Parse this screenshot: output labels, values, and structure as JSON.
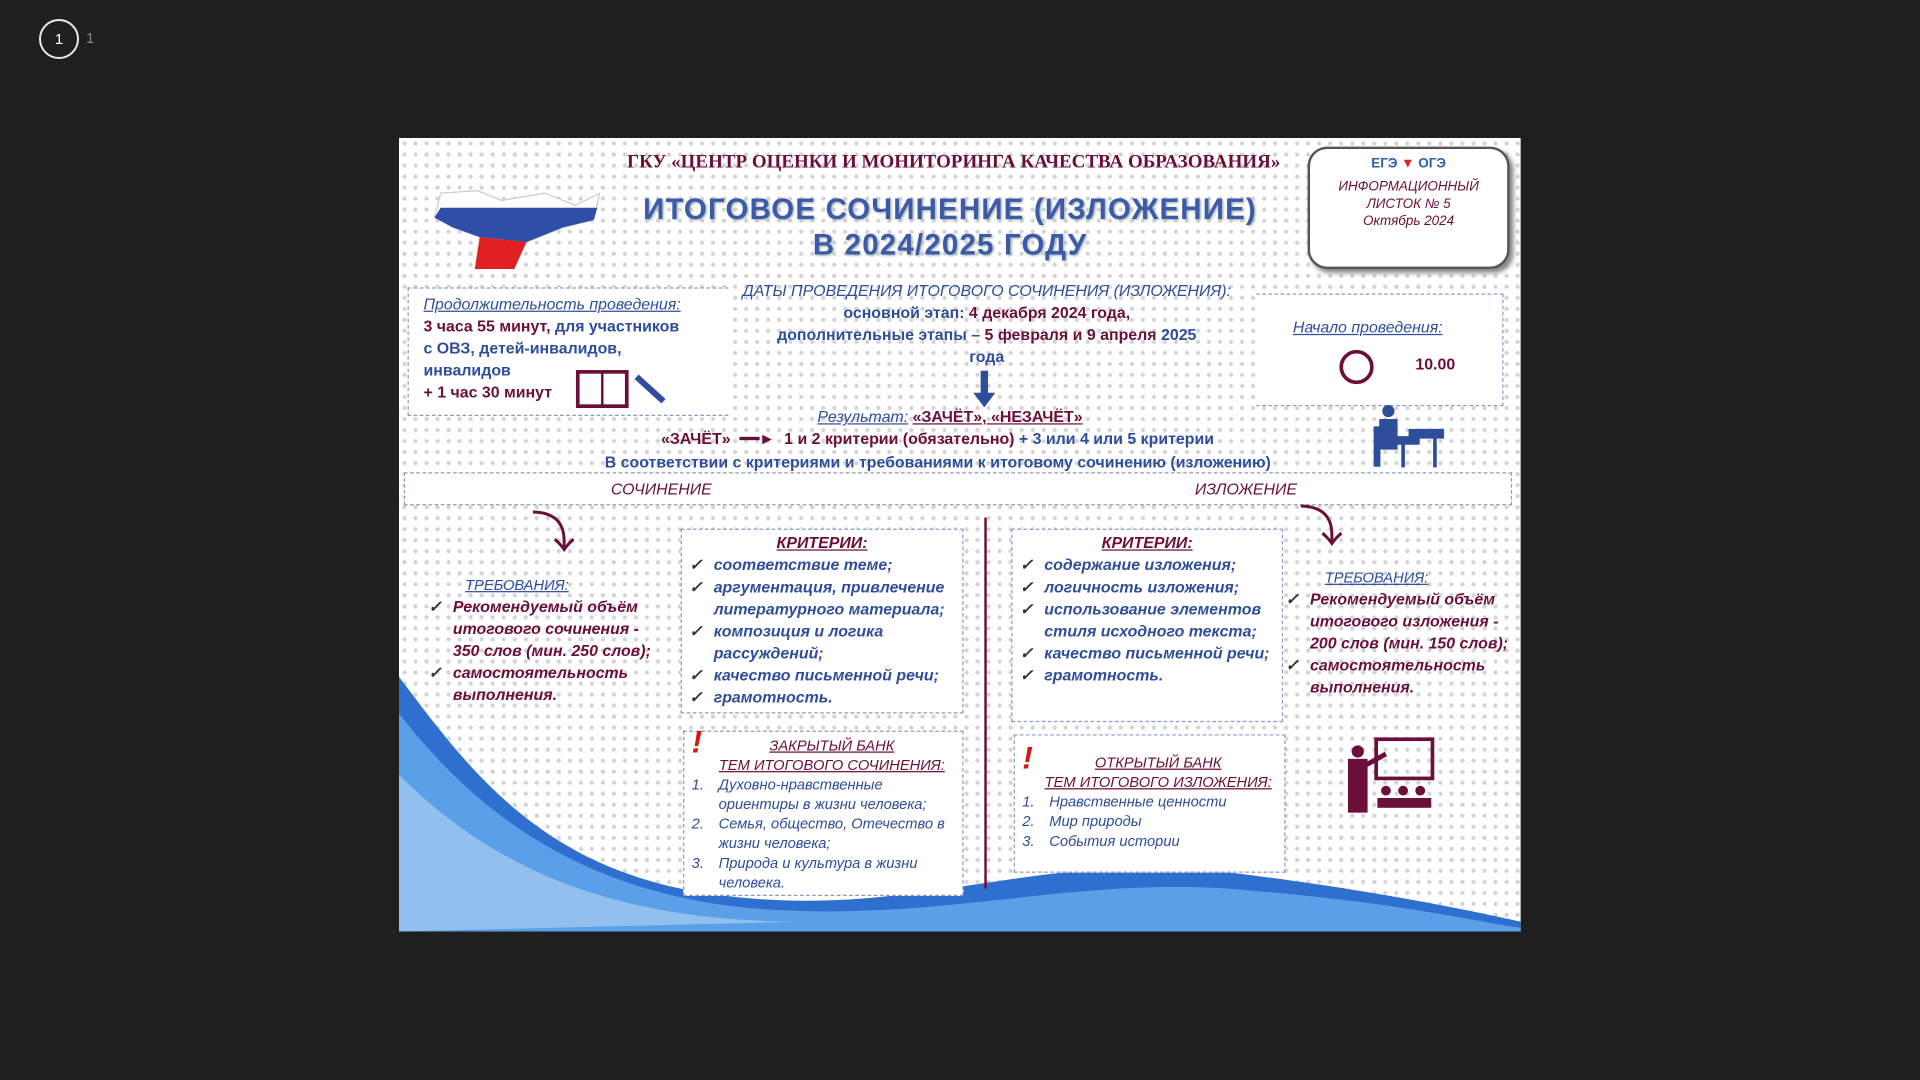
{
  "viewer": {
    "current_page": "1",
    "total_pages": "1"
  },
  "poster": {
    "org": "ГКУ «ЦЕНТР ОЦЕНКИ И МОНИТОРИНГА КАЧЕСТВА ОБРАЗОВАНИЯ»",
    "title_line1": "ИТОГОВОЕ СОЧИНЕНИЕ (ИЗЛОЖЕНИЕ)",
    "title_line2": "В 2024/2025 ГОДУ",
    "bubble": {
      "logo_left": "ЕГЭ",
      "logo_right": "ОГЭ",
      "line1": "ИНФОРМАЦИОННЫЙ",
      "line2": "ЛИСТОК № 5",
      "line3": "Октябрь 2024"
    },
    "duration": {
      "heading": "Продолжительность проведения:",
      "text1": "3 часа 55 минут,",
      "text2": " для участников с ОВЗ, детей-инвалидов, инвалидов",
      "text3": "+ 1 час 30 минут"
    },
    "dates": {
      "heading": "ДАТЫ ПРОВЕДЕНИЯ ИТОГОВОГО СОЧИНЕНИЯ (ИЗЛОЖЕНИЯ):",
      "main_label": "основной этап: ",
      "main_date": "4 декабря 2024 года,",
      "extra_label": "дополнительные этапы – ",
      "extra_date1": "5 февраля",
      "and": " и ",
      "extra_date2": "9 апреля",
      "extra_year": " 2025 года"
    },
    "start": {
      "heading": "Начало проведения:",
      "time": "10.00"
    },
    "result": {
      "label": "Результат:",
      "value": "«ЗАЧЁТ», «НЕЗАЧЁТ»",
      "pass": "«ЗАЧЁТ»",
      "rule_a": "1 и 2 критерии (обязательно)",
      "rule_b": " + 3 или 4 или 5 критерии",
      "note": "В соответствии с критериями и требованиями к итоговому сочинению (изложению)"
    },
    "sections": {
      "essay": "СОЧИНЕНИЕ",
      "exposition": "ИЗЛОЖЕНИЕ"
    },
    "essay_requirements": {
      "heading": "ТРЕБОВАНИЯ:",
      "items": [
        "Рекомендуемый объём итогового сочинения - 350 слов (мин. 250 слов);",
        "самостоятельность выполнения."
      ]
    },
    "essay_criteria": {
      "heading": "КРИТЕРИИ:",
      "items": [
        "соответствие теме;",
        "аргументация, привлечение литературного материала;",
        "композиция и логика рассуждений;",
        "качество письменной речи;",
        "грамотность."
      ]
    },
    "closed_bank": {
      "line1": "ЗАКРЫТЫЙ БАНК",
      "line2": "ТЕМ ИТОГОВОГО СОЧИНЕНИЯ:",
      "items": [
        "Духовно-нравственные ориентиры в жизни человека;",
        "Семья, общество, Отечество в жизни человека;",
        "Природа и культура в жизни человека."
      ]
    },
    "expo_criteria": {
      "heading": "КРИТЕРИИ:",
      "items": [
        "содержание изложения;",
        "логичность изложения;",
        "использование элементов стиля исходного текста;",
        "качество письменной речи;",
        "грамотность."
      ]
    },
    "open_bank": {
      "line1": "ОТКРЫТЫЙ БАНК",
      "line2": "ТЕМ ИТОГОВОГО ИЗЛОЖЕНИЯ:",
      "items": [
        "Нравственные ценности",
        "Мир природы",
        "События истории"
      ]
    },
    "expo_requirements": {
      "heading": "ТРЕБОВАНИЯ:",
      "items": [
        "Рекомендуемый объём итогового изложения - 200 слов (мин. 150 слов);",
        "самостоятельность выполнения."
      ]
    },
    "colors": {
      "maroon": "#6b0f3a",
      "blue": "#2e4d9b",
      "background": "#1f1f1f"
    }
  }
}
